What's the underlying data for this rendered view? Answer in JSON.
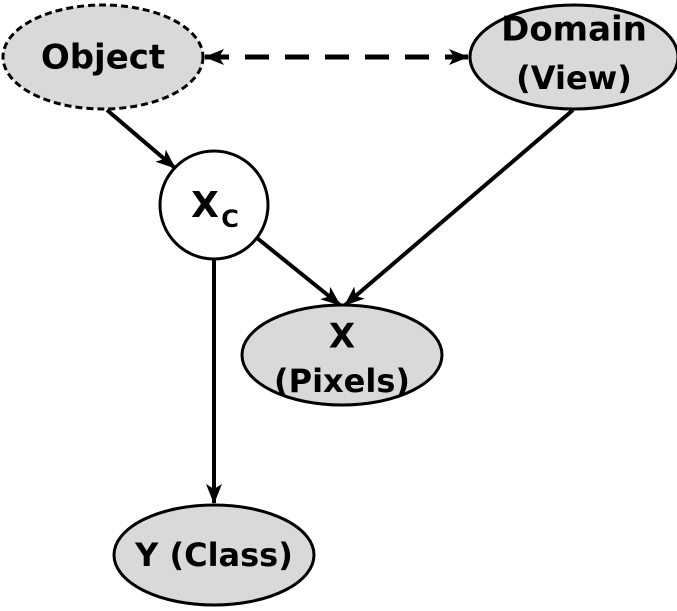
{
  "diagram": {
    "type": "graphical-model",
    "colors": {
      "node_fill": "#d9d9d9",
      "latent_fill": "#ffffff",
      "stroke": "#000000",
      "background": "#ffffff"
    },
    "nodes": {
      "object": {
        "label": "Object",
        "style": "dashed-outline"
      },
      "domain": {
        "line1": "Domain",
        "line2": "(View)",
        "style": "solid"
      },
      "xc": {
        "main": "X",
        "subscript": "C",
        "style": "latent"
      },
      "x": {
        "line1": "X",
        "line2": "(Pixels)",
        "style": "solid"
      },
      "y": {
        "label": "Y (Class)",
        "style": "solid"
      }
    },
    "edges": [
      {
        "from": "object",
        "to": "domain",
        "style": "dashed",
        "direction": "bidirectional"
      },
      {
        "from": "object",
        "to": "xc",
        "style": "solid",
        "direction": "forward"
      },
      {
        "from": "domain",
        "to": "x",
        "style": "solid",
        "direction": "forward"
      },
      {
        "from": "xc",
        "to": "x",
        "style": "solid",
        "direction": "forward"
      },
      {
        "from": "xc",
        "to": "y",
        "style": "solid",
        "direction": "forward"
      }
    ]
  }
}
